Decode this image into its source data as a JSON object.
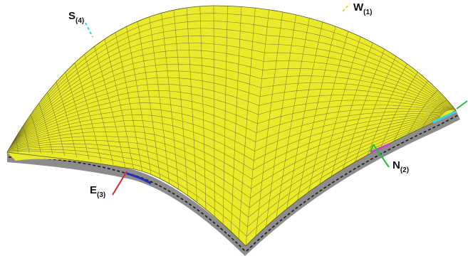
{
  "colors": {
    "shell": "#eaea2a",
    "shell_light": "#f2f25a",
    "mesh": "#6b6b22",
    "edge_band": "#8c8c8c",
    "edge_band_dark": "#5a5a5a",
    "edge_dash": "#1a1a1a",
    "marker_e": "#e02424",
    "marker_n": "#22c03a",
    "marker_s": "#38d6e6",
    "marker_w": "#e6d22a",
    "patch_e": "#2030c0",
    "patch_n": "#d040d0",
    "patch_corner": "#38d6e6"
  },
  "labels": {
    "w": {
      "main": "W",
      "sub": "(1)"
    },
    "n": {
      "main": "N",
      "sub": "(2)"
    },
    "e": {
      "main": "E",
      "sub": "(3)"
    },
    "s": {
      "main": "S",
      "sub": "(4)"
    }
  }
}
